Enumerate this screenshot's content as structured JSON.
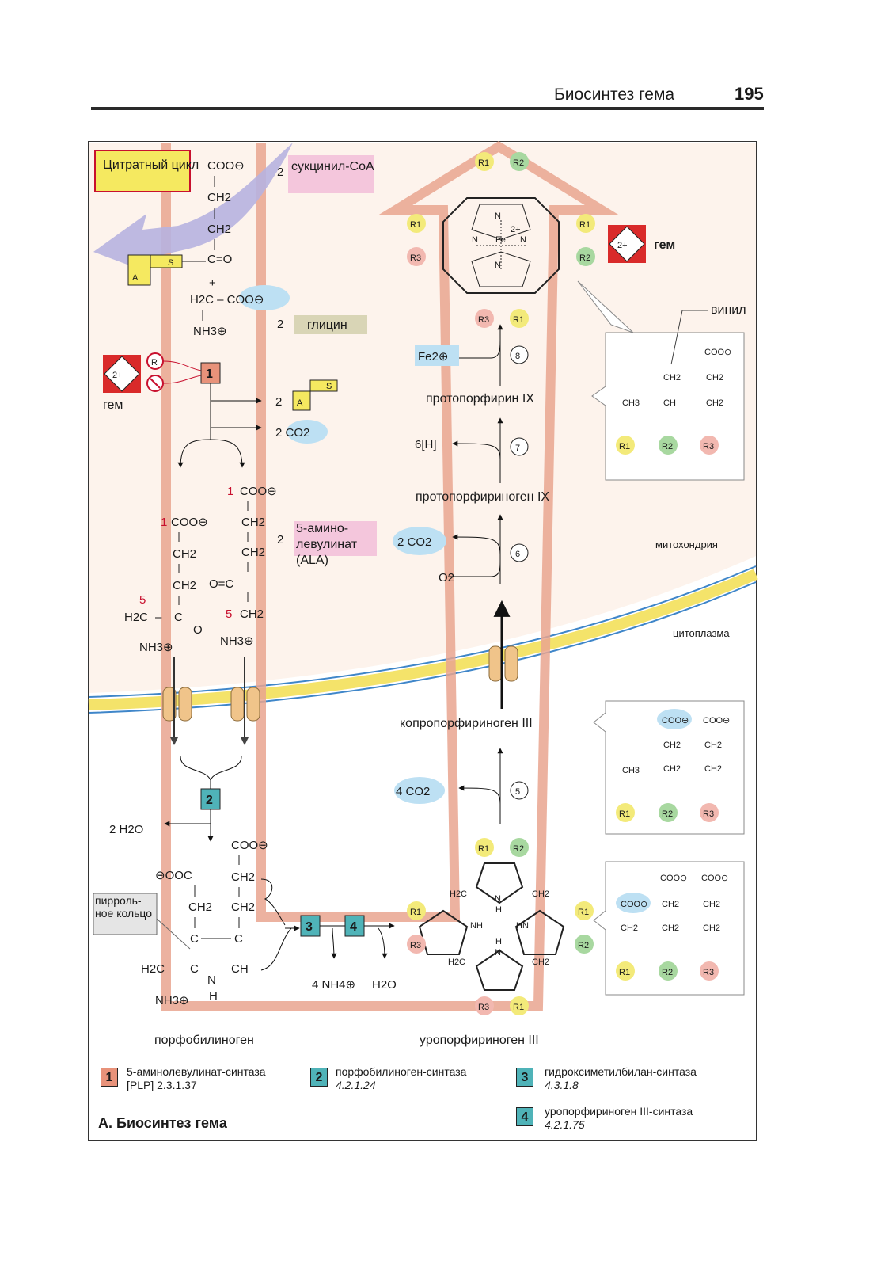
{
  "header": {
    "title": "Биосинтез гема",
    "page_number": "195"
  },
  "labels": {
    "citrate_cycle": "Цитратный цикл",
    "succinyl_coa": "сукцинил-CoA",
    "glycine": "глицин",
    "heme_left": "гем",
    "heme_right": "гем",
    "ala": "5-амино-левулинат (ALA)",
    "porphobilinogen": "порфобилиноген",
    "uroporphyrinogen": "уропорфириноген III",
    "coproporphyrinogen": "копропорфириноген III",
    "protoporphyrinogen": "протопорфириноген IX",
    "protoporphyrin": "протопорфирин IX",
    "pyrrole_ring": "пирроль-ное кольцо",
    "mitochondria": "митохондрия",
    "cytoplasm": "цитоплазма",
    "vinyl": "винил"
  },
  "chem": {
    "coo": "COO⊖",
    "ch2": "CH2",
    "ch3": "CH3",
    "ch": "CH",
    "co": "C=O",
    "plus": "+",
    "h2c_coo": "H2C – COO⊖",
    "nh3": "NH3⊕",
    "two": "2",
    "two_co2": "2 CO2",
    "four_co2": "4 CO2",
    "two_h2o": "2 H2O",
    "four_nh4": "4 NH4⊕",
    "h2o": "H2O",
    "o2": "O2",
    "six_h": "6[H]",
    "fe2": "Fe2⊕",
    "fe_center": "Fe",
    "n": "N",
    "nh": "NH",
    "hn": "HN",
    "h": "H",
    "h2c": "H2C",
    "ooc": "⊖OOC",
    "r1": "R1",
    "r2": "R2",
    "r3": "R3",
    "s": "S",
    "a": "A",
    "r_circle": "R",
    "two_plus": "2+",
    "c_atom": "C",
    "c_o": "C",
    "o_atom": "O",
    "o_eq": "O=C",
    "num1": "1",
    "num5": "5"
  },
  "steps": [
    "5",
    "6",
    "7",
    "8"
  ],
  "enzymes": [
    {
      "num": "1",
      "name": "5-аминолевулинат-синтаза",
      "ec": "[PLP] 2.3.1.37",
      "color": "#e8927a"
    },
    {
      "num": "2",
      "name": "порфобилиноген-синтаза",
      "ec": "4.2.1.24",
      "color": "#4fb3b8"
    },
    {
      "num": "3",
      "name": "гидроксиметилбилан-синтаза",
      "ec": "4.3.1.8",
      "color": "#4fb3b8"
    },
    {
      "num": "4",
      "name": "уропорфириноген III-синтаза",
      "ec": "4.2.1.75",
      "color": "#4fb3b8"
    }
  ],
  "caption": "А. Биосинтез гема",
  "colors": {
    "pathway": "#e9a48f",
    "membrane": "#f4e36a",
    "r1": "#f3ea7a",
    "r2": "#a8d8a0",
    "r3": "#f2b8b0",
    "blue_bubble": "#bde0f3",
    "pink_bubble": "#f4c6dc",
    "glycine_bg": "#d9d5b6",
    "arrow_purple": "#b7b2e0"
  }
}
